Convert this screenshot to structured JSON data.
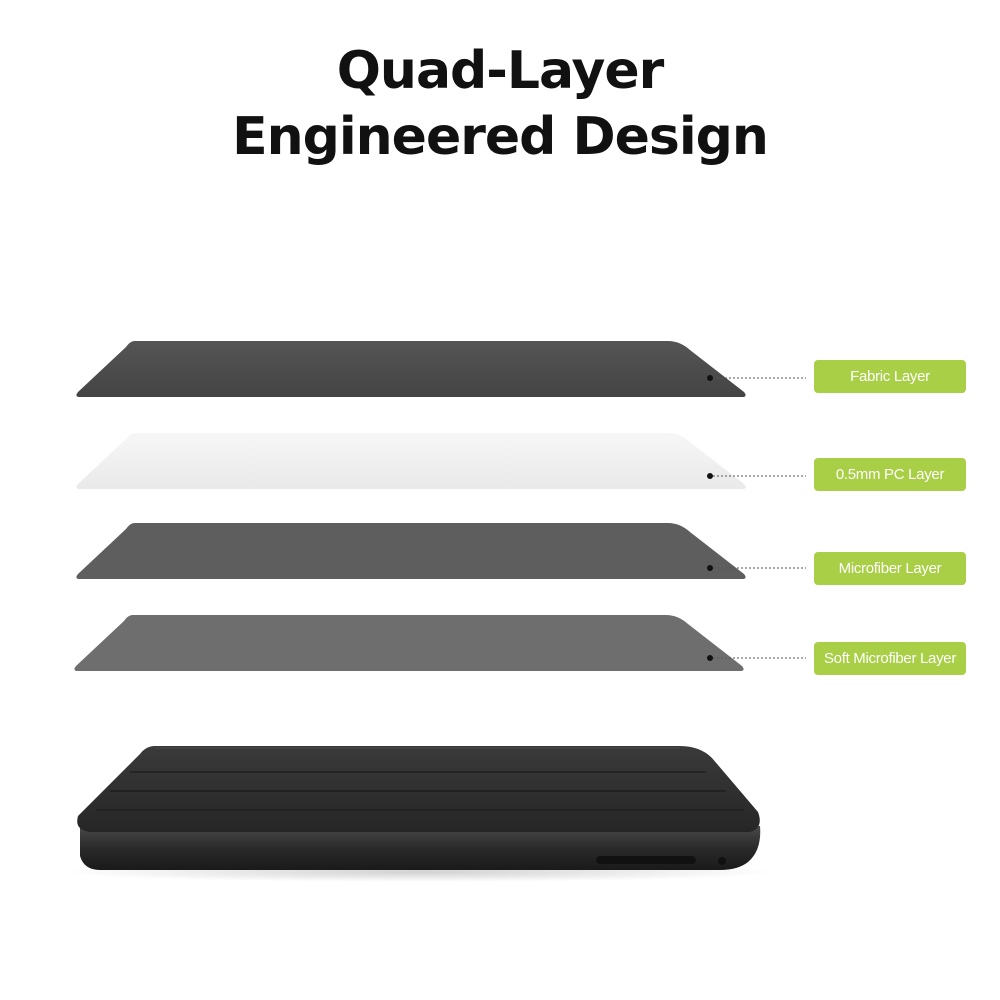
{
  "title": {
    "line1": "Quad-Layer",
    "line2": "Engineered Design"
  },
  "layers": [
    {
      "label": "Fabric Layer",
      "color": "#4a4a4a"
    },
    {
      "label": "0.5mm PC Layer",
      "color": "#f0f0f0"
    },
    {
      "label": "Microfiber Layer",
      "color": "#5e5e5e"
    },
    {
      "label": "Soft Microfiber Layer",
      "color": "#6e6e6e"
    }
  ],
  "colors": {
    "badge": "#a8cf45",
    "case_body": "#2e2e2e"
  }
}
